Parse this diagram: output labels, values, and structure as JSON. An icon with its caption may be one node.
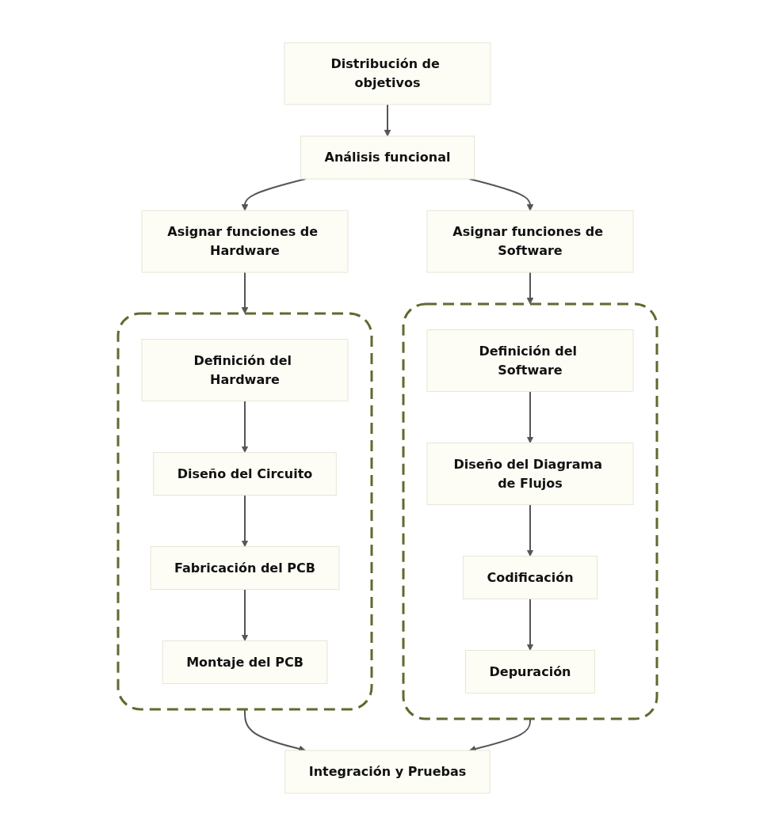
{
  "diagram": {
    "nodes": [
      {
        "text": [
          "Distribución de objetivos"
        ]
      },
      {
        "text": [
          "Análisis funcional"
        ]
      },
      {
        "text": [
          "Asignar funciones de Hardware"
        ]
      },
      {
        "text": [
          "Asignar funciones de Software"
        ]
      },
      {
        "text": [],
        "shape": "box"
      },
      {
        "text": [
          "Definición del Hardware"
        ],
        "in": 4
      },
      {
        "text": [
          "Diseño del Circuito"
        ],
        "in": 4
      },
      {
        "text": [
          "Fabricación del PCB"
        ],
        "in": 4
      },
      {
        "text": [
          "Montaje del PCB"
        ],
        "in": 4
      },
      {
        "text": [],
        "shape": "box"
      },
      {
        "text": [
          "Definición del Software"
        ],
        "in": 9
      },
      {
        "text": [
          "Diseño del Diagrama de Flujos"
        ],
        "in": 9
      },
      {
        "text": [
          "Codificación"
        ],
        "in": 9
      },
      {
        "text": [
          "Depuración"
        ],
        "in": 9
      },
      {
        "text": [
          "Integración y Pruebas"
        ]
      }
    ],
    "edges": [
      {
        "from": 0,
        "to": 1,
        "arrow": "to"
      },
      {
        "from": 1,
        "to": 2,
        "arrow": "to"
      },
      {
        "from": 1,
        "to": 3,
        "arrow": "to"
      },
      {
        "from": 2,
        "to": 4,
        "arrow": "to"
      },
      {
        "from": 3,
        "to": 9,
        "arrow": "to"
      },
      {
        "from": 5,
        "to": 6,
        "arrow": "to"
      },
      {
        "from": 6,
        "to": 7,
        "arrow": "to"
      },
      {
        "from": 7,
        "to": 8,
        "arrow": "to"
      },
      {
        "from": 10,
        "to": 11,
        "arrow": "to"
      },
      {
        "from": 11,
        "to": 12,
        "arrow": "to"
      },
      {
        "from": 12,
        "to": 13,
        "arrow": "to"
      },
      {
        "from": 4,
        "to": 14,
        "arrow": "to"
      },
      {
        "from": 9,
        "to": 14,
        "arrow": "to"
      }
    ]
  }
}
